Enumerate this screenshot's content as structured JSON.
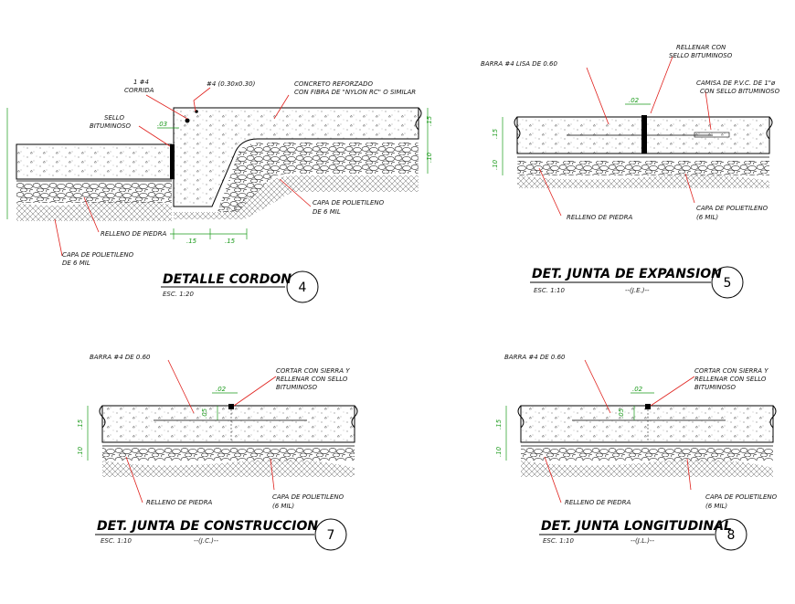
{
  "colors": {
    "leader": "#e0201c",
    "dimension": "#1a9a1a",
    "line": "#000000"
  },
  "det4": {
    "title": "DETALLE CORDON",
    "scale": "ESC. 1:20",
    "number": "4",
    "l_bar": "1 #4",
    "l_bar2": "CORRIDA",
    "l_bar3": "#4 (0.30x0.30)",
    "l_conc1": "CONCRETO REFORZADO",
    "l_conc2": "CON FIBRA DE \"NYLON RC\" O SIMILAR",
    "l_sello1": "SELLO",
    "l_sello2": "BITUMINOSO",
    "l_poli1": "CAPA DE POLIETILENO",
    "l_poli2": "DE 6 MIL",
    "l_relleno": "RELLENO DE PIEDRA",
    "l_capa1": "CAPA DE POLIETILENO",
    "l_capa2": "DE 6 MIL",
    "d_03": ".03",
    "d_15a": ".15",
    "d_15b": ".15",
    "d_15c": ".15",
    "d_10": ".10"
  },
  "det5": {
    "title": "DET. JUNTA DE EXPANSION",
    "scale": "ESC. 1:10",
    "code": "--(J.E.)--",
    "number": "5",
    "l_barra": "BARRA #4 LISA DE 0.60",
    "l_rell1": "RELLENAR CON",
    "l_rell2": "SELLO BITUMINOSO",
    "l_cam1": "CAMISA DE P.V.C. DE 1\"ø",
    "l_cam2": "CON SELLO BITUMINOSO",
    "l_relleno": "RELLENO DE PIEDRA",
    "l_capa1": "CAPA DE POLIETILENO",
    "l_capa2": "(6 MIL)",
    "d_02": ".02",
    "d_15": ".15",
    "d_10": ".10"
  },
  "det7": {
    "title": "DET. JUNTA DE CONSTRUCCION",
    "scale": "ESC. 1:10",
    "code": "--(J.C.)--",
    "number": "7",
    "l_barra": "BARRA #4 DE 0.60",
    "l_cort1": "CORTAR CON SIERRA Y",
    "l_cort2": "RELLENAR CON SELLO",
    "l_cort3": "BITUMINOSO",
    "l_relleno": "RELLENO DE PIEDRA",
    "l_capa1": "CAPA DE POLIETILENO",
    "l_capa2": "(6 MIL)",
    "d_02": ".02",
    "d_05": ".05",
    "d_15": ".15",
    "d_10": ".10"
  },
  "det8": {
    "title": "DET. JUNTA LONGITUDINAL",
    "scale": "ESC. 1:10",
    "code": "--(J.L.)--",
    "number": "8",
    "l_barra": "BARRA #4 DE 0.60",
    "l_cort1": "CORTAR CON SIERRA Y",
    "l_cort2": "RELLENAR CON SELLO",
    "l_cort3": "BITUMINOSO",
    "l_relleno": "RELLENO DE PIEDRA",
    "l_capa1": "CAPA DE POLIETILENO",
    "l_capa2": "(6 MIL)",
    "d_02": ".02",
    "d_05": ".05",
    "d_15": ".15",
    "d_10": ".10"
  }
}
